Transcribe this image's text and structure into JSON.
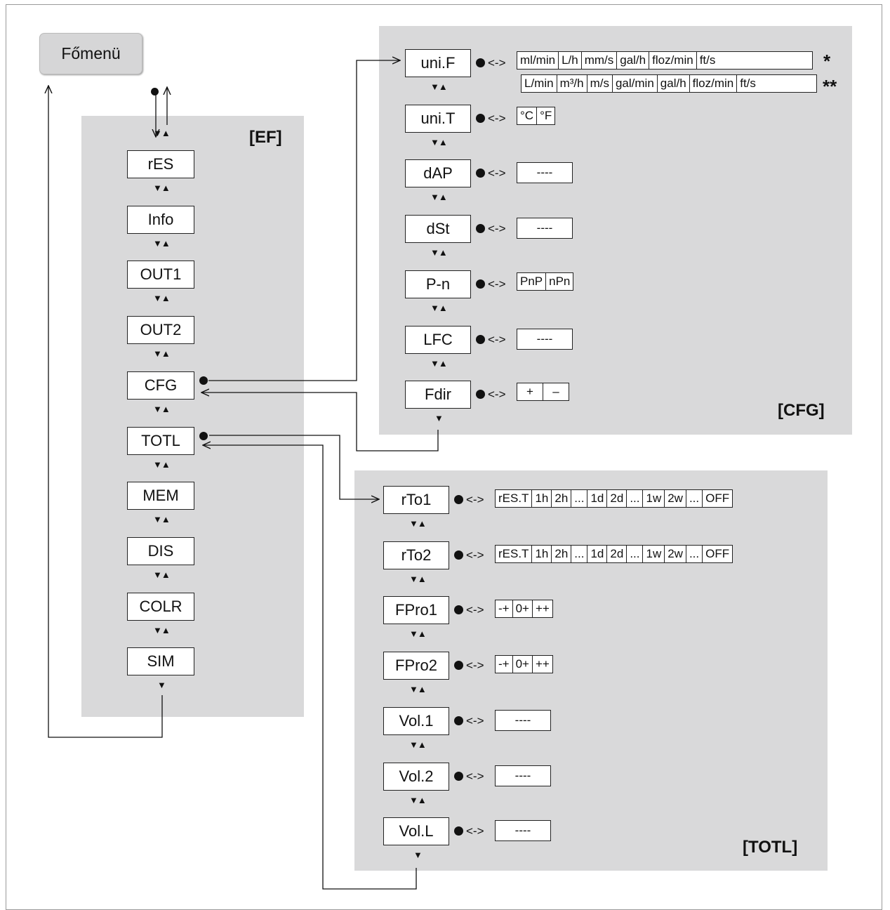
{
  "main_menu": {
    "label": "Főmenü"
  },
  "ef": {
    "title": "[EF]",
    "items": [
      "rES",
      "Info",
      "OUT1",
      "OUT2",
      "CFG",
      "TOTL",
      "MEM",
      "DIS",
      "COLR",
      "SIM"
    ]
  },
  "cfg": {
    "title": "[CFG]",
    "items": [
      {
        "label": "uni.F",
        "options": [
          "ml/min",
          "L/h",
          "mm/s",
          "gal/h",
          "floz/min",
          "ft/s"
        ],
        "mark": "*",
        "options2": [
          "L/min",
          "m³/h",
          "m/s",
          "gal/min",
          "gal/h",
          "floz/min",
          "ft/s"
        ],
        "mark2": "**"
      },
      {
        "label": "uni.T",
        "options": [
          "°C",
          "°F"
        ]
      },
      {
        "label": "dAP",
        "value": "----"
      },
      {
        "label": "dSt",
        "value": "----"
      },
      {
        "label": "P-n",
        "options": [
          "PnP",
          "nPn"
        ]
      },
      {
        "label": "LFC",
        "value": "----"
      },
      {
        "label": "Fdir",
        "options": [
          "+",
          "–"
        ]
      }
    ]
  },
  "totl": {
    "title": "[TOTL]",
    "items": [
      {
        "label": "rTo1",
        "options": [
          "rES.T",
          "1h",
          "2h",
          "...",
          "1d",
          "2d",
          "...",
          "1w",
          "2w",
          "...",
          "OFF"
        ]
      },
      {
        "label": "rTo2",
        "options": [
          "rES.T",
          "1h",
          "2h",
          "...",
          "1d",
          "2d",
          "...",
          "1w",
          "2w",
          "...",
          "OFF"
        ]
      },
      {
        "label": "FPro1",
        "options": [
          "-+",
          "0+",
          "++"
        ]
      },
      {
        "label": "FPro2",
        "options": [
          "-+",
          "0+",
          "++"
        ]
      },
      {
        "label": "Vol.1",
        "value": "----"
      },
      {
        "label": "Vol.2",
        "value": "----"
      },
      {
        "label": "Vol.L",
        "value": "----"
      }
    ]
  },
  "symbols": {
    "updown": "▼▲",
    "down": "▼",
    "bidir": "←→"
  }
}
